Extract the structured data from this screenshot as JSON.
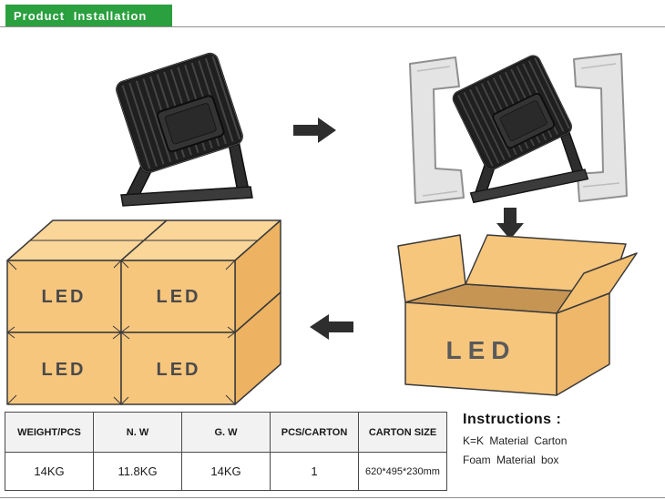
{
  "header": {
    "title": "Product Installation",
    "bg_color": "#2aa03f",
    "text_color": "#ffffff"
  },
  "diagram": {
    "led_label": "LED",
    "icons": [
      "arrow-right-icon",
      "arrow-down-icon",
      "arrow-left-icon"
    ],
    "colors": {
      "carton_front": "#f7c67d",
      "carton_top": "#fbd699",
      "carton_side": "#edb362",
      "foam": "#e4e4e4",
      "arrow": "#2e2e2e",
      "floodlight_body": "#1f1f1f"
    }
  },
  "table": {
    "headers": [
      "WEIGHT/PCS",
      "N. W",
      "G. W",
      "PCS/CARTON",
      "CARTON SIZE"
    ],
    "rows": [
      [
        "14KG",
        "11.8KG",
        "14KG",
        "1",
        "620*495*230mm"
      ]
    ]
  },
  "instructions": {
    "title": "Instructions :",
    "lines": [
      "K=K Material Carton",
      "Foam Material box"
    ]
  }
}
